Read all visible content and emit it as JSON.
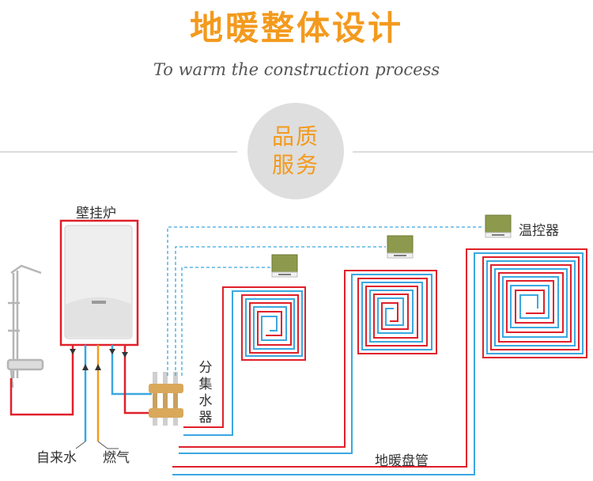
{
  "header": {
    "title": "地暖整体设计",
    "subtitle": "To warm the construction process"
  },
  "badge": {
    "line1": "品质",
    "line2": "服务"
  },
  "labels": {
    "boiler": "壁挂炉",
    "manifold": "分集水器",
    "thermostat": "温控器",
    "tap_water": "自来水",
    "gas": "燃气",
    "floor_pipe": "地暖盘管"
  },
  "colors": {
    "accent": "#f39a1e",
    "hot_pipe": "#e0202a",
    "cold_pipe": "#3aa8e0",
    "gas_pipe": "#f39a1e"
  },
  "icons": [
    "shower-icon",
    "boiler-icon",
    "manifold-icon",
    "thermostat-icon"
  ]
}
